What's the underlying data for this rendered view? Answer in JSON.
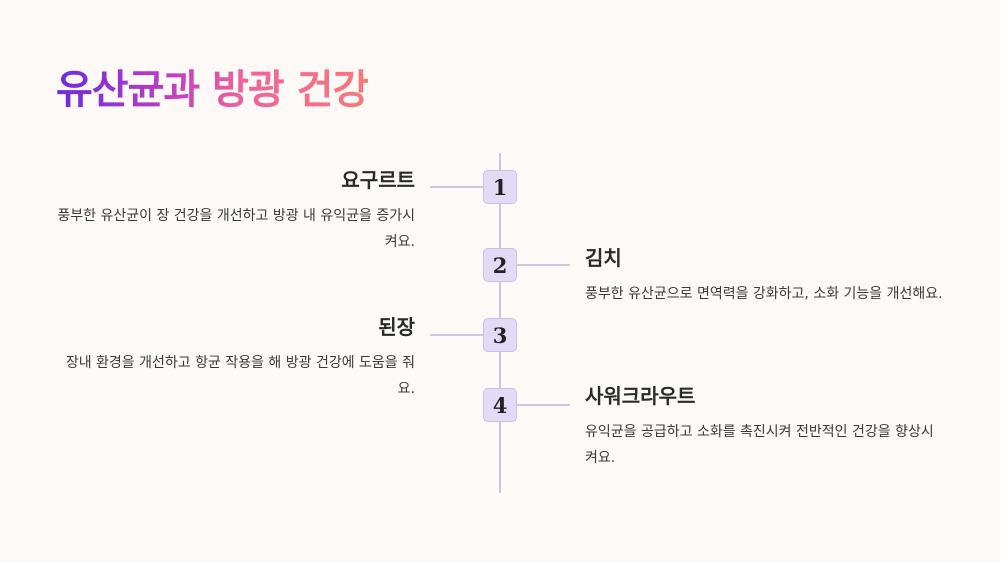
{
  "title": "유산균과 방광 건강",
  "title_gradient": [
    "#6a2ae0",
    "#c43fc0",
    "#f0629a",
    "#f77a78"
  ],
  "timeline": {
    "line_color": "#cfc4e8",
    "node_color": "#e2dbf6",
    "items": [
      {
        "number": "1",
        "side": "left",
        "heading": "요구르트",
        "text": "풍부한 유산균이 장 건강을 개선하고 방광 내 유익균을 증가시켜요."
      },
      {
        "number": "2",
        "side": "right",
        "heading": "김치",
        "text": "풍부한 유산균으로 면역력을 강화하고, 소화 기능을 개선해요."
      },
      {
        "number": "3",
        "side": "left",
        "heading": "된장",
        "text": "장내 환경을 개선하고 항균 작용을 해 방광 건강에 도움을 줘요."
      },
      {
        "number": "4",
        "side": "right",
        "heading": "사워크라우트",
        "text": "유익균을 공급하고 소화를 촉진시켜 전반적인 건강을 향상시켜요."
      }
    ]
  }
}
